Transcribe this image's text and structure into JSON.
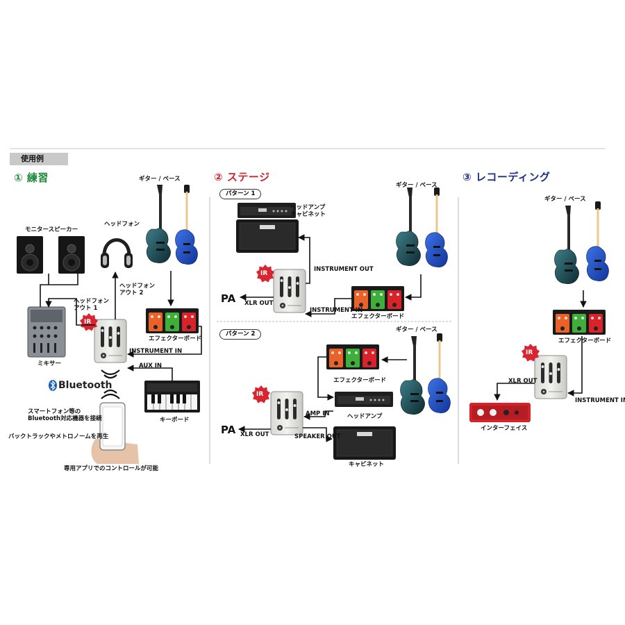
{
  "header": {
    "usage_tab": "使用例"
  },
  "practice": {
    "title": "① 練習",
    "monitor_speaker": "モニタースピーカー",
    "headphones": "ヘッドフォン",
    "headphone_out1": "ヘッドフォン\nアウト 1",
    "headphone_out2": "ヘッドフォン\nアウト 2",
    "guitar_bass": "ギター / ベース",
    "effects_board": "エフェクターボード",
    "instrument_in": "INSTRUMENT IN",
    "aux_in": "AUX IN",
    "mixer": "ミキサー",
    "keyboard": "キーボード",
    "bluetooth": "Bluetooth",
    "smartphone_connect": "スマートフォン等の\nBluetooth対応機器を接続",
    "backing_track": "バックトラックやメトロノームを再生",
    "app_control": "専用アプリでのコントロールが可能"
  },
  "stage": {
    "title": "② ステージ",
    "pattern1": "パターン 1",
    "head_amp_cabinet": "ヘッドアンプ\nキャビネット",
    "guitar_bass_1": "ギター / ベース",
    "instrument_out": "INSTRUMENT OUT",
    "instrument_in": "INSTRUMENT IN",
    "pa_1": "PA",
    "xlr_out_1": "XLR OUT",
    "effects_board_1": "エフェクターボード",
    "pattern2": "パターン 2",
    "guitar_bass_2": "ギター / ベース",
    "effects_board_2": "エフェクターボード",
    "amp_in": "AMP IN",
    "head_amp": "ヘッドアンプ",
    "pa_2": "PA",
    "xlr_out_2": "XLR OUT",
    "speaker_out": "SPEAKER OUT",
    "cabinet": "キャビネット"
  },
  "recording": {
    "title": "③ レコーディング",
    "guitar_bass": "ギター / ベース",
    "effects_board": "エフェクターボード",
    "xlr_out": "XLR OUT",
    "instrument_in": "INSTRUMENT IN",
    "interface": "インターフェイス"
  },
  "badges": {
    "ir": "IR"
  },
  "colors": {
    "practice_title": "#1f8a3a",
    "stage_title": "#d3222b",
    "recording_title": "#1c2f86",
    "ir_badge": "#d7262f",
    "guitar_blue": "#1f4fc7",
    "guitar_teal": "#1d4a52",
    "pedal_orange": "#e8622a",
    "pedal_green": "#3fae3a",
    "pedal_red": "#d8232a",
    "interface_red": "#d0232a"
  }
}
